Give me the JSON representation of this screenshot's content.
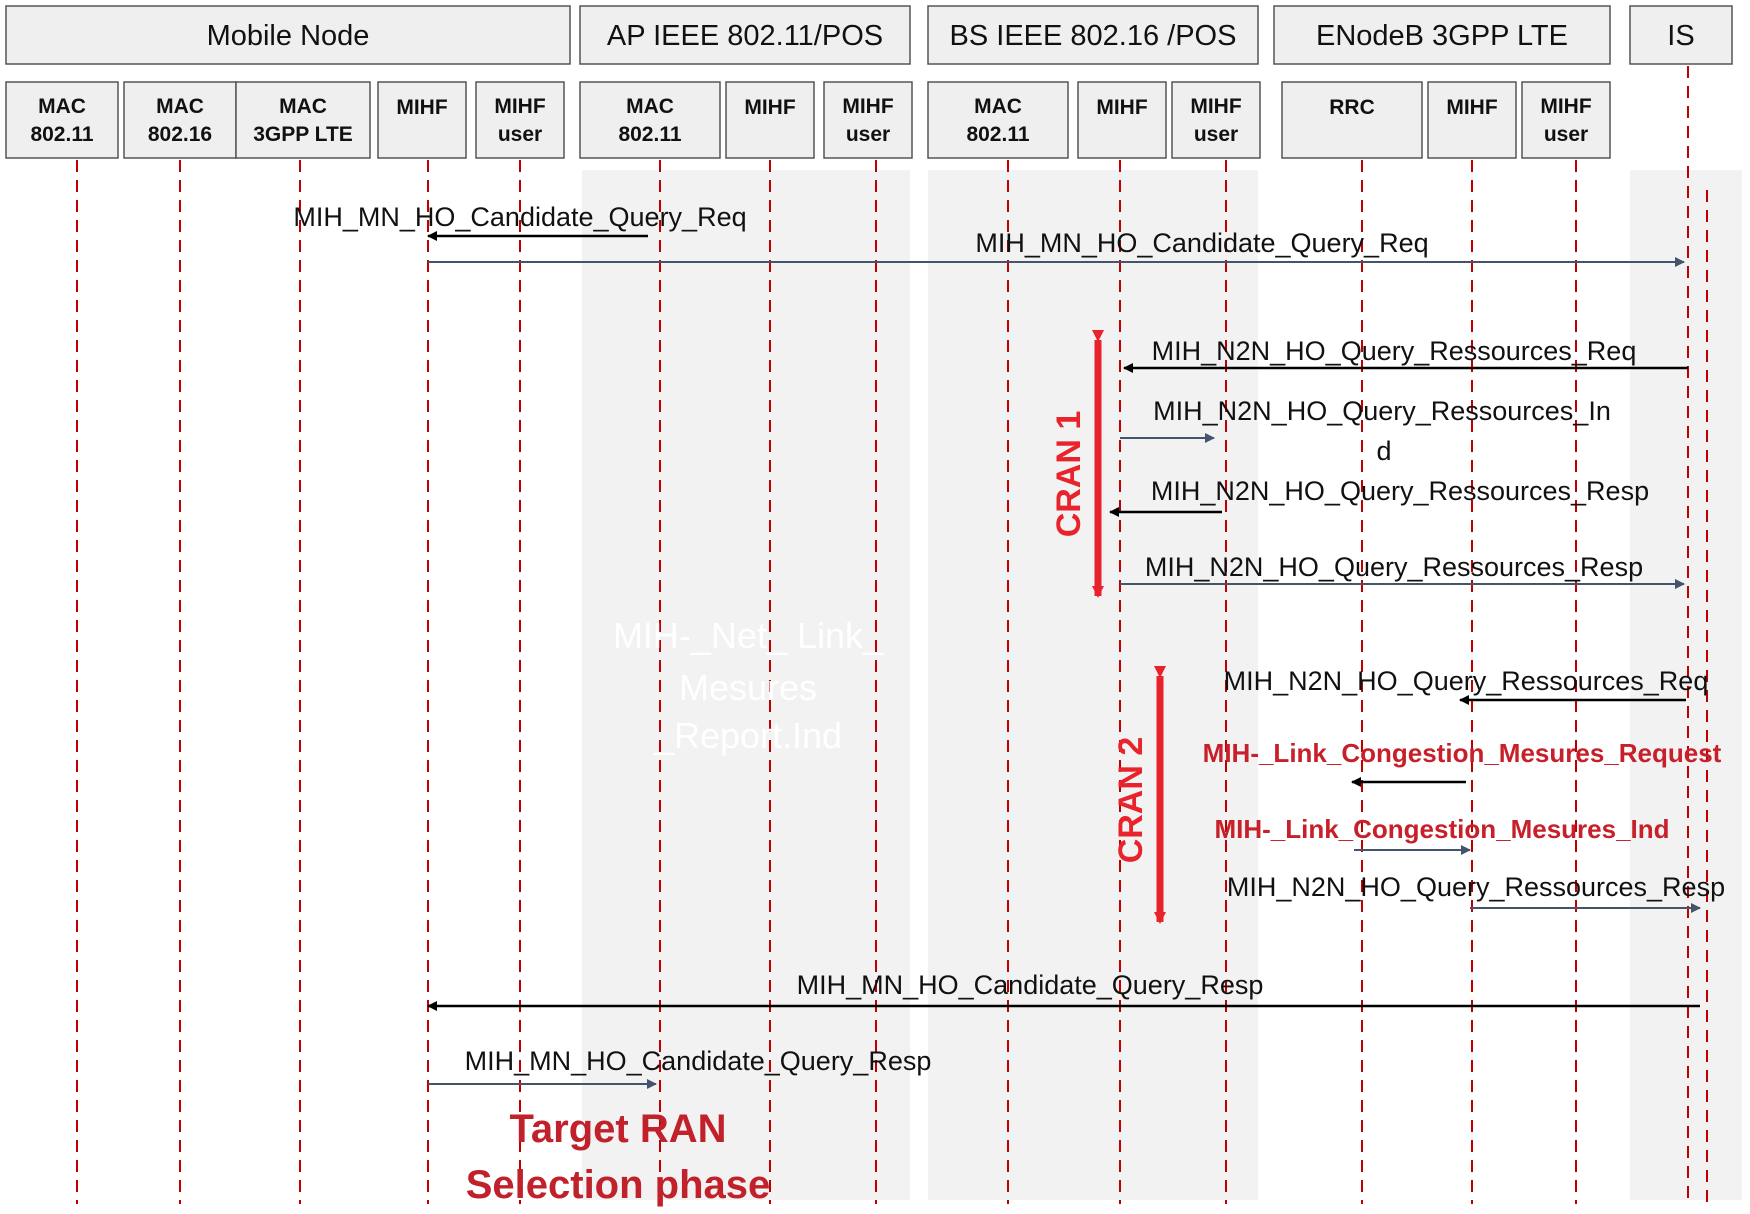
{
  "groups": [
    {
      "id": "mn",
      "label": "Mobile Node"
    },
    {
      "id": "ap",
      "label": "AP  IEEE 802.11/POS"
    },
    {
      "id": "bs",
      "label": "BS IEEE 802.16 /POS"
    },
    {
      "id": "enb",
      "label": "ENodeB 3GPP  LTE"
    },
    {
      "id": "is",
      "label": "IS"
    }
  ],
  "columns": [
    {
      "id": "mn_mac11",
      "lines": [
        "MAC",
        "802.11"
      ]
    },
    {
      "id": "mn_mac16",
      "lines": [
        "MAC",
        "802.16"
      ]
    },
    {
      "id": "mn_mac3g",
      "lines": [
        "MAC",
        "3GPP  LTE"
      ]
    },
    {
      "id": "mn_mihf",
      "lines": [
        "MIHF"
      ]
    },
    {
      "id": "mn_user",
      "lines": [
        "MIHF",
        "user"
      ]
    },
    {
      "id": "ap_mac",
      "lines": [
        "MAC",
        "802.11"
      ]
    },
    {
      "id": "ap_mihf",
      "lines": [
        "MIHF"
      ]
    },
    {
      "id": "ap_user",
      "lines": [
        "MIHF",
        "user"
      ]
    },
    {
      "id": "bs_mac",
      "lines": [
        "MAC",
        "802.11"
      ]
    },
    {
      "id": "bs_mihf",
      "lines": [
        "MIHF"
      ]
    },
    {
      "id": "bs_user",
      "lines": [
        "MIHF",
        "user"
      ]
    },
    {
      "id": "enb_rrc",
      "lines": [
        "RRC"
      ]
    },
    {
      "id": "enb_mihf",
      "lines": [
        "MIHF"
      ]
    },
    {
      "id": "enb_user",
      "lines": [
        "MIHF",
        "user"
      ]
    }
  ],
  "messages": [
    {
      "id": "m1",
      "label": "MIH_MN_HO_Candidate_Query_Req",
      "from": "ap_mac",
      "to": "mn_mihf",
      "color": "#000000"
    },
    {
      "id": "m2",
      "label": "MIH_MN_HO_Candidate_Query_Req",
      "from": "mn_mihf",
      "to": "is",
      "color": "#44546a"
    },
    {
      "id": "m3",
      "label": "MIH_N2N_HO_Query_Ressources_Req",
      "from": "is",
      "to": "bs_mihf",
      "color": "#000000"
    },
    {
      "id": "m4",
      "label": "MIH_N2N_HO_Query_Ressources_In",
      "label2": "d",
      "from": "bs_mihf",
      "to": "bs_user",
      "color": "#44546a"
    },
    {
      "id": "m5",
      "label": "MIH_N2N_HO_Query_Ressources_Resp",
      "from": "bs_user",
      "to": "bs_mihf",
      "color": "#000000"
    },
    {
      "id": "m6",
      "label": "MIH_N2N_HO_Query_Ressources_Resp",
      "from": "bs_mihf",
      "to": "is",
      "color": "#44546a"
    },
    {
      "id": "m7",
      "label": "MIH_N2N_HO_Query_Ressources_Req",
      "from": "is",
      "to": "enb_mihf",
      "color": "#000000"
    },
    {
      "id": "m8",
      "label": "MIH-_Link_Congestion_Mesures_Request",
      "from": "enb_mihf",
      "to": "enb_rrc",
      "color": "#000000",
      "highlight": true
    },
    {
      "id": "m9",
      "label": "MIH-_Link_Congestion_Mesures_Ind",
      "from": "enb_rrc",
      "to": "enb_mihf",
      "color": "#44546a",
      "highlight": true
    },
    {
      "id": "m10",
      "label": "MIH_N2N_HO_Query_Ressources_Resp",
      "from": "enb_mihf",
      "to": "is",
      "color": "#44546a"
    },
    {
      "id": "m11",
      "label": "MIH_MN_HO_Candidate_Query_Resp",
      "from": "is",
      "to": "mn_mihf",
      "color": "#000000"
    },
    {
      "id": "m12",
      "label": "MIH_MN_HO_Candidate_Query_Resp",
      "from": "mn_mihf",
      "to": "ap_mac",
      "color": "#44546a"
    }
  ],
  "ghost_text": [
    "MIH-_Net_ Link_",
    "Mesures",
    "_Report.Ind"
  ],
  "cran": [
    {
      "id": "cran1",
      "label": "CRAN 1"
    },
    {
      "id": "cran2",
      "label": "CRAN 2"
    }
  ],
  "phase_label": [
    "Target RAN",
    "Selection phase"
  ],
  "colors": {
    "lifeline": "#c00000",
    "box_fill": "#efefef",
    "cran_arrow": "#e8232b",
    "highlight_text": "#c8202a",
    "arrow_dark": "#000000",
    "arrow_slate": "#44546a"
  }
}
